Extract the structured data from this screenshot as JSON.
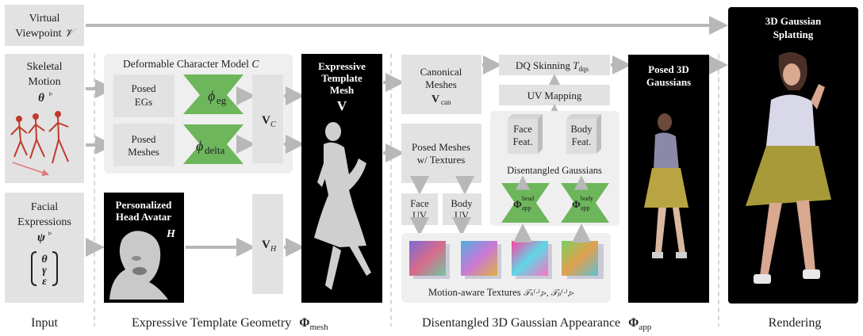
{
  "inputs": {
    "viewpoint": {
      "line1": "Virtual",
      "line2": "Viewpoint",
      "symbol": "𝒱"
    },
    "skeletal": {
      "line1": "Skeletal",
      "line2": "Motion",
      "symbol": "θ",
      "superscript": "▹"
    },
    "facial": {
      "line1": "Facial",
      "line2": "Expressions",
      "symbol": "ψ",
      "superscript": "▹"
    },
    "params": [
      "θ",
      "γ",
      "ε"
    ]
  },
  "geometry": {
    "group_title": "Deformable Character Model",
    "group_symbol": "C",
    "posed_egs": {
      "line1": "Posed",
      "line2": "EGs"
    },
    "posed_meshes": {
      "line1": "Posed",
      "line2": "Meshes"
    },
    "phi_eg": {
      "symbol": "ϕ",
      "sub": "eg"
    },
    "phi_delta": {
      "symbol": "ϕ",
      "sub": "delta"
    },
    "vc": {
      "symbol": "V",
      "sub": "C"
    },
    "vh": {
      "symbol": "V",
      "sub": "H"
    },
    "head_avatar": {
      "line1": "Personalized",
      "line2": "Head Avatar",
      "symbol": "H"
    },
    "template_mesh": {
      "line1": "Expressive",
      "line2": "Template",
      "line3": "Mesh",
      "symbol": "V"
    }
  },
  "appearance": {
    "canonical": {
      "line1": "Canonical",
      "line2": "Meshes",
      "symbol": "V",
      "sub": "can"
    },
    "posed_textures": {
      "line1": "Posed Meshes",
      "line2": "w/ Textures"
    },
    "face_uv": {
      "line1": "Face",
      "line2": "UV"
    },
    "body_uv": {
      "line1": "Body",
      "line2": "UV"
    },
    "dq_skinning": {
      "label": "DQ Skinning",
      "symbol": "T",
      "sub": "dqs"
    },
    "uv_mapping": "UV Mapping",
    "face_feat": {
      "line1": "Face",
      "line2": "Feat."
    },
    "body_feat": {
      "line1": "Body",
      "line2": "Feat."
    },
    "gaussians_group": "Disentangled Gaussians",
    "phi_head": {
      "symbol": "Φ",
      "sup": "head",
      "sub": "app"
    },
    "phi_body": {
      "symbol": "Φ",
      "sup": "body",
      "sub": "app"
    },
    "textures_label": "Motion-aware Textures",
    "textures_symbols": "𝒯ₙ⁽·⁾,▹, 𝒯ₚ⁽·⁾,▹",
    "posed_gaussians": {
      "line1": "Posed 3D",
      "line2": "Gaussians"
    }
  },
  "rendering": {
    "line1": "3D Gaussian",
    "line2": "Splatting"
  },
  "sections": {
    "input": "Input",
    "geometry": "Expressive Template Geometry",
    "geometry_symbol": "Φ",
    "geometry_sub": "mesh",
    "appearance": "Disentangled 3D Gaussian Appearance",
    "appearance_symbol": "Φ",
    "appearance_sub": "app",
    "rendering": "Rendering"
  },
  "colors": {
    "box": "#e2e2e2",
    "group": "#efefef",
    "green": "#6db65b",
    "arrow": "#b8b8b8",
    "dark": "#000000",
    "skeleton": "#c0392b"
  }
}
